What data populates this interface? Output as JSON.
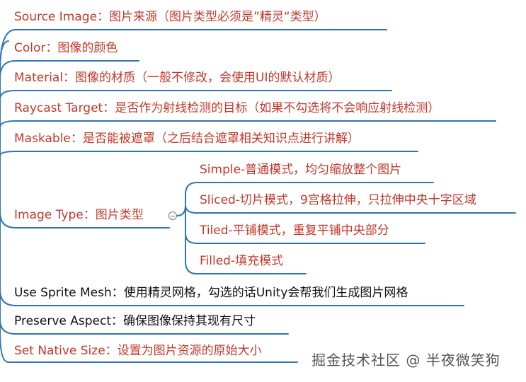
{
  "colors": {
    "line": "#2e75b6",
    "text_red": "#c0392b",
    "text_black": "#111111",
    "collapse_button": "#6b7b8c"
  },
  "nodes": {
    "source_image": "Source Image：图片来源（图片类型必须是”精灵“类型）",
    "color": "Color：图像的颜色",
    "material": "Material：图像的材质（一般不修改，会使用UI的默认材质）",
    "raycast_target": "Raycast Target：是否作为射线检测的目标（如果不勾选将不会响应射线检测）",
    "maskable": "Maskable：是否能被遮罩（之后结合遮罩相关知识点进行讲解）",
    "image_type": "Image Type：图片类型",
    "image_type_children": [
      "Simple-普通模式，均匀缩放整个图片",
      "Sliced-切片模式，9宫格拉伸，只拉伸中央十字区域",
      "Tiled-平铺模式，重复平铺中央部分",
      "Filled-填充模式"
    ],
    "use_sprite_mesh": "Use Sprite Mesh：使用精灵网格，勾选的话Unity会帮我们生成图片网格",
    "preserve_aspect": "Preserve Aspect：确保图像保持其现有尺寸",
    "set_native_size": "Set Native Size：设置为图片资源的原始大小"
  },
  "watermark": "掘金技术社区 @ 半夜微笑狗"
}
